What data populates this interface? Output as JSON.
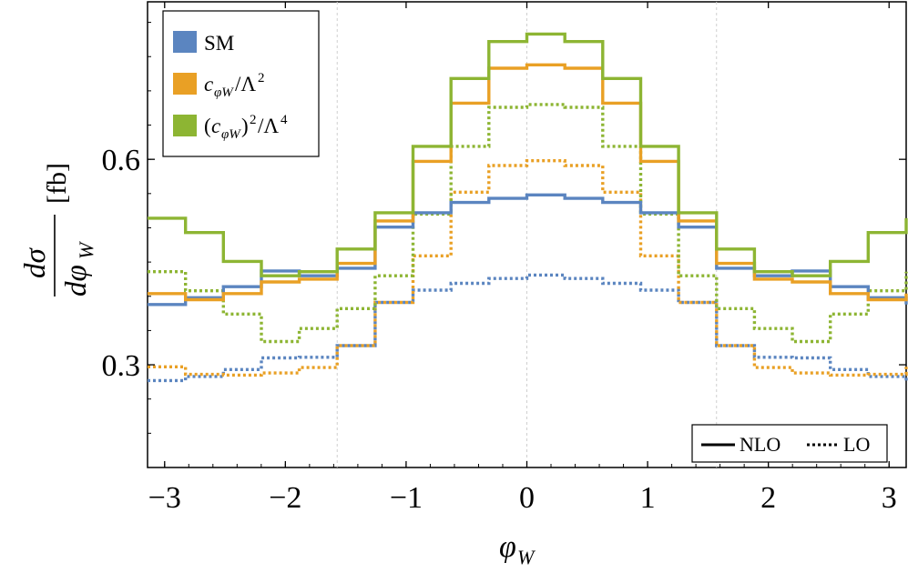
{
  "chart_data": {
    "type": "line",
    "step": true,
    "x_edges": [
      -3.14159,
      -2.82743,
      -2.51327,
      -2.19911,
      -1.88496,
      -1.5708,
      -1.25664,
      -0.94248,
      -0.62832,
      -0.31416,
      0,
      0.31416,
      0.62832,
      0.94248,
      1.25664,
      1.5708,
      1.88496,
      2.19911,
      2.51327,
      2.82743,
      3.14159
    ],
    "xlabel": "φ_W",
    "ylabel": "dσ/dφ_W [fb]",
    "xlim": [
      -3.14159,
      3.14159
    ],
    "ylim": [
      0.15,
      0.83
    ],
    "x_ticks": [
      {
        "value": -3,
        "label": "−3"
      },
      {
        "value": -2,
        "label": "−2"
      },
      {
        "value": -1,
        "label": "−1"
      },
      {
        "value": 0,
        "label": "0"
      },
      {
        "value": 1,
        "label": "1"
      },
      {
        "value": 2,
        "label": "2"
      },
      {
        "value": 3,
        "label": "3"
      }
    ],
    "y_ticks": [
      {
        "value": 0.3,
        "label": "0.3"
      },
      {
        "value": 0.6,
        "label": "0.6"
      }
    ],
    "vlines": [
      -1.5708,
      0,
      1.5708
    ],
    "series": [
      {
        "name": "SM",
        "order": "NLO",
        "color": "#5b85c0",
        "dashed": false,
        "values": [
          0.388,
          0.398,
          0.414,
          0.437,
          0.43,
          0.441,
          0.501,
          0.522,
          0.537,
          0.543,
          0.548,
          0.543,
          0.537,
          0.522,
          0.501,
          0.441,
          0.43,
          0.437,
          0.414,
          0.398,
          0.388
        ]
      },
      {
        "name": "c_φW/Λ²",
        "order": "NLO",
        "color": "#e9a025",
        "dashed": false,
        "values": [
          0.404,
          0.395,
          0.404,
          0.421,
          0.425,
          0.448,
          0.51,
          0.597,
          0.682,
          0.733,
          0.738,
          0.733,
          0.682,
          0.597,
          0.51,
          0.448,
          0.425,
          0.421,
          0.404,
          0.395,
          0.404
        ]
      },
      {
        "name": "(c_φW)²/Λ⁴",
        "order": "NLO",
        "color": "#8db533",
        "dashed": false,
        "values": [
          0.514,
          0.493,
          0.451,
          0.43,
          0.436,
          0.469,
          0.522,
          0.619,
          0.718,
          0.772,
          0.783,
          0.772,
          0.718,
          0.619,
          0.522,
          0.469,
          0.436,
          0.43,
          0.451,
          0.493,
          0.514
        ]
      },
      {
        "name": "SM",
        "order": "LO",
        "color": "#5b85c0",
        "dashed": true,
        "values": [
          0.277,
          0.283,
          0.293,
          0.31,
          0.311,
          0.328,
          0.391,
          0.409,
          0.419,
          0.426,
          0.431,
          0.426,
          0.419,
          0.409,
          0.391,
          0.328,
          0.311,
          0.31,
          0.293,
          0.283,
          0.277
        ]
      },
      {
        "name": "c_φW/Λ²",
        "order": "LO",
        "color": "#e9a025",
        "dashed": true,
        "values": [
          0.297,
          0.286,
          0.285,
          0.288,
          0.296,
          0.328,
          0.391,
          0.459,
          0.552,
          0.591,
          0.598,
          0.591,
          0.552,
          0.459,
          0.391,
          0.328,
          0.296,
          0.288,
          0.285,
          0.286,
          0.297
        ]
      },
      {
        "name": "(c_φW)²/Λ⁴",
        "order": "LO",
        "color": "#8db533",
        "dashed": true,
        "values": [
          0.436,
          0.408,
          0.374,
          0.334,
          0.353,
          0.382,
          0.43,
          0.52,
          0.619,
          0.676,
          0.68,
          0.676,
          0.619,
          0.52,
          0.43,
          0.382,
          0.353,
          0.334,
          0.374,
          0.408,
          0.436
        ]
      }
    ],
    "legend": {
      "position": "top-left",
      "entries": [
        {
          "color": "#5b85c0",
          "label": "SM"
        },
        {
          "color": "#e9a025",
          "label": "c_φW/Λ²"
        },
        {
          "color": "#8db533",
          "label": "(c_φW)²/Λ⁴"
        }
      ]
    },
    "style_legend": {
      "position": "bottom-right",
      "entries": [
        {
          "style": "solid",
          "label": "NLO"
        },
        {
          "style": "dotted",
          "label": "LO"
        }
      ]
    }
  }
}
